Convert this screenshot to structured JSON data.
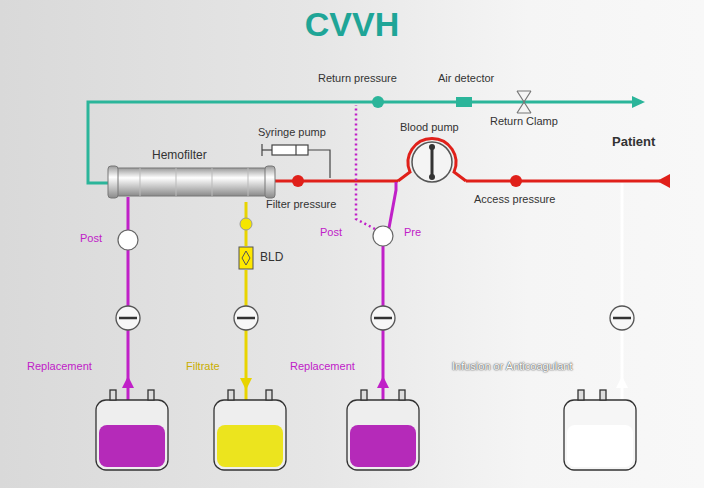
{
  "diagram": {
    "title": "CVVH",
    "nodes": [
      {
        "text": [
          "Hemofilter"
        ]
      },
      {
        "text": [
          "BLD"
        ]
      }
    ],
    "edges": [
      {
        "from": 0,
        "to": 1,
        "arrow": "none"
      }
    ],
    "labels": [
      "Return pressure",
      "Air detector",
      "Return Clamp",
      "Patient",
      "Syringe pump",
      "Blood pump",
      "Filter pressure",
      "Access pressure",
      "Post",
      "Post",
      "Pre",
      "Replacement",
      "Filtrate",
      "Replacement",
      "Infusion or Anticoagulant"
    ]
  }
}
